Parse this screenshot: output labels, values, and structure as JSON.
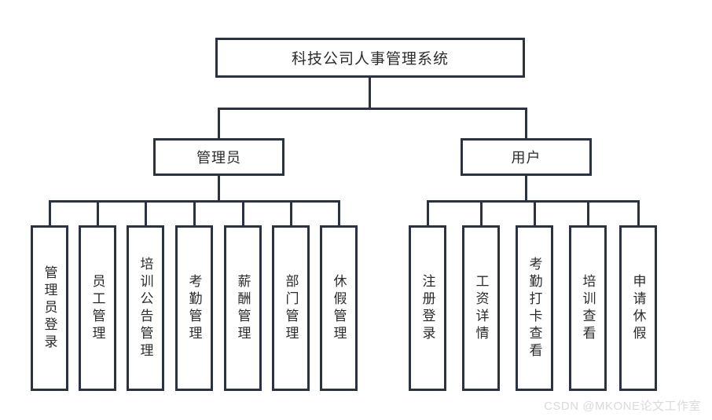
{
  "diagram": {
    "type": "organization-tree",
    "title": "科技公司人事管理系统",
    "colors": {
      "line": "#2c3340",
      "box_border": "#2c3340",
      "box_fill": "#ffffff",
      "text": "#2b2b2b",
      "background": "#ffffff",
      "watermark": "#d8dade"
    },
    "root": {
      "label": "科技公司人事管理系统"
    },
    "branches": [
      {
        "id": "admin",
        "label": "管理员",
        "leaves": [
          {
            "label": "管理员登录"
          },
          {
            "label": "员工管理"
          },
          {
            "label": "培训公告管理"
          },
          {
            "label": "考勤管理"
          },
          {
            "label": "薪酬管理"
          },
          {
            "label": "部门管理"
          },
          {
            "label": "休假管理"
          }
        ]
      },
      {
        "id": "user",
        "label": "用户",
        "leaves": [
          {
            "label": "注册登录"
          },
          {
            "label": "工资详情"
          },
          {
            "label": "考勤打卡查看"
          },
          {
            "label": "培训查看"
          },
          {
            "label": "申请休假"
          }
        ]
      }
    ]
  },
  "watermark": {
    "text": "CSDN @MKONE论文工作室"
  }
}
